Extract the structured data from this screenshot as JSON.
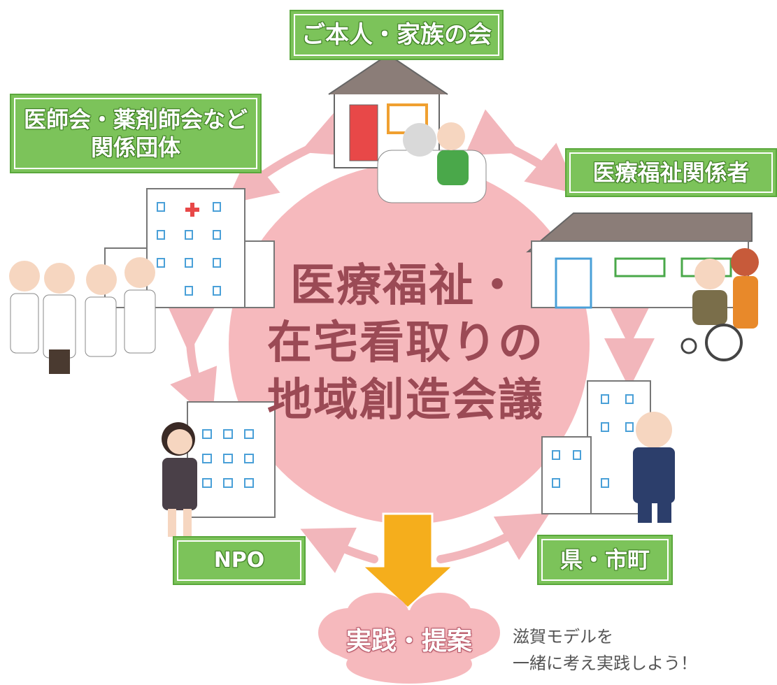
{
  "center": {
    "line1": "医療福祉・",
    "line2": "在宅看取りの",
    "line3": "地域創造会議"
  },
  "labels": {
    "family": "ご本人・家族の会",
    "medical_assoc_line1": "医師会・薬剤師会など",
    "medical_assoc_line2": "関係団体",
    "welfare": "医療福祉関係者",
    "npo": "NPO",
    "prefecture": "県・市町"
  },
  "outcome": {
    "label": "実践・提案"
  },
  "note": {
    "line1": "滋賀モデルを",
    "line2": "一緒に考え実践しよう！"
  },
  "colors": {
    "circle": "#f6b9bd",
    "label_green": "#7cc35a",
    "arrow_pink": "#f2b6bb",
    "down_arrow": "#f5ae1c",
    "title_text": "#9b4a55"
  },
  "icons": [
    "house-icon",
    "hospital-icon",
    "clinic-icon",
    "office-building-icon",
    "npo-building-icon",
    "medical-staff-icon",
    "elderly-care-icon",
    "official-icon",
    "speaker-woman-icon"
  ]
}
